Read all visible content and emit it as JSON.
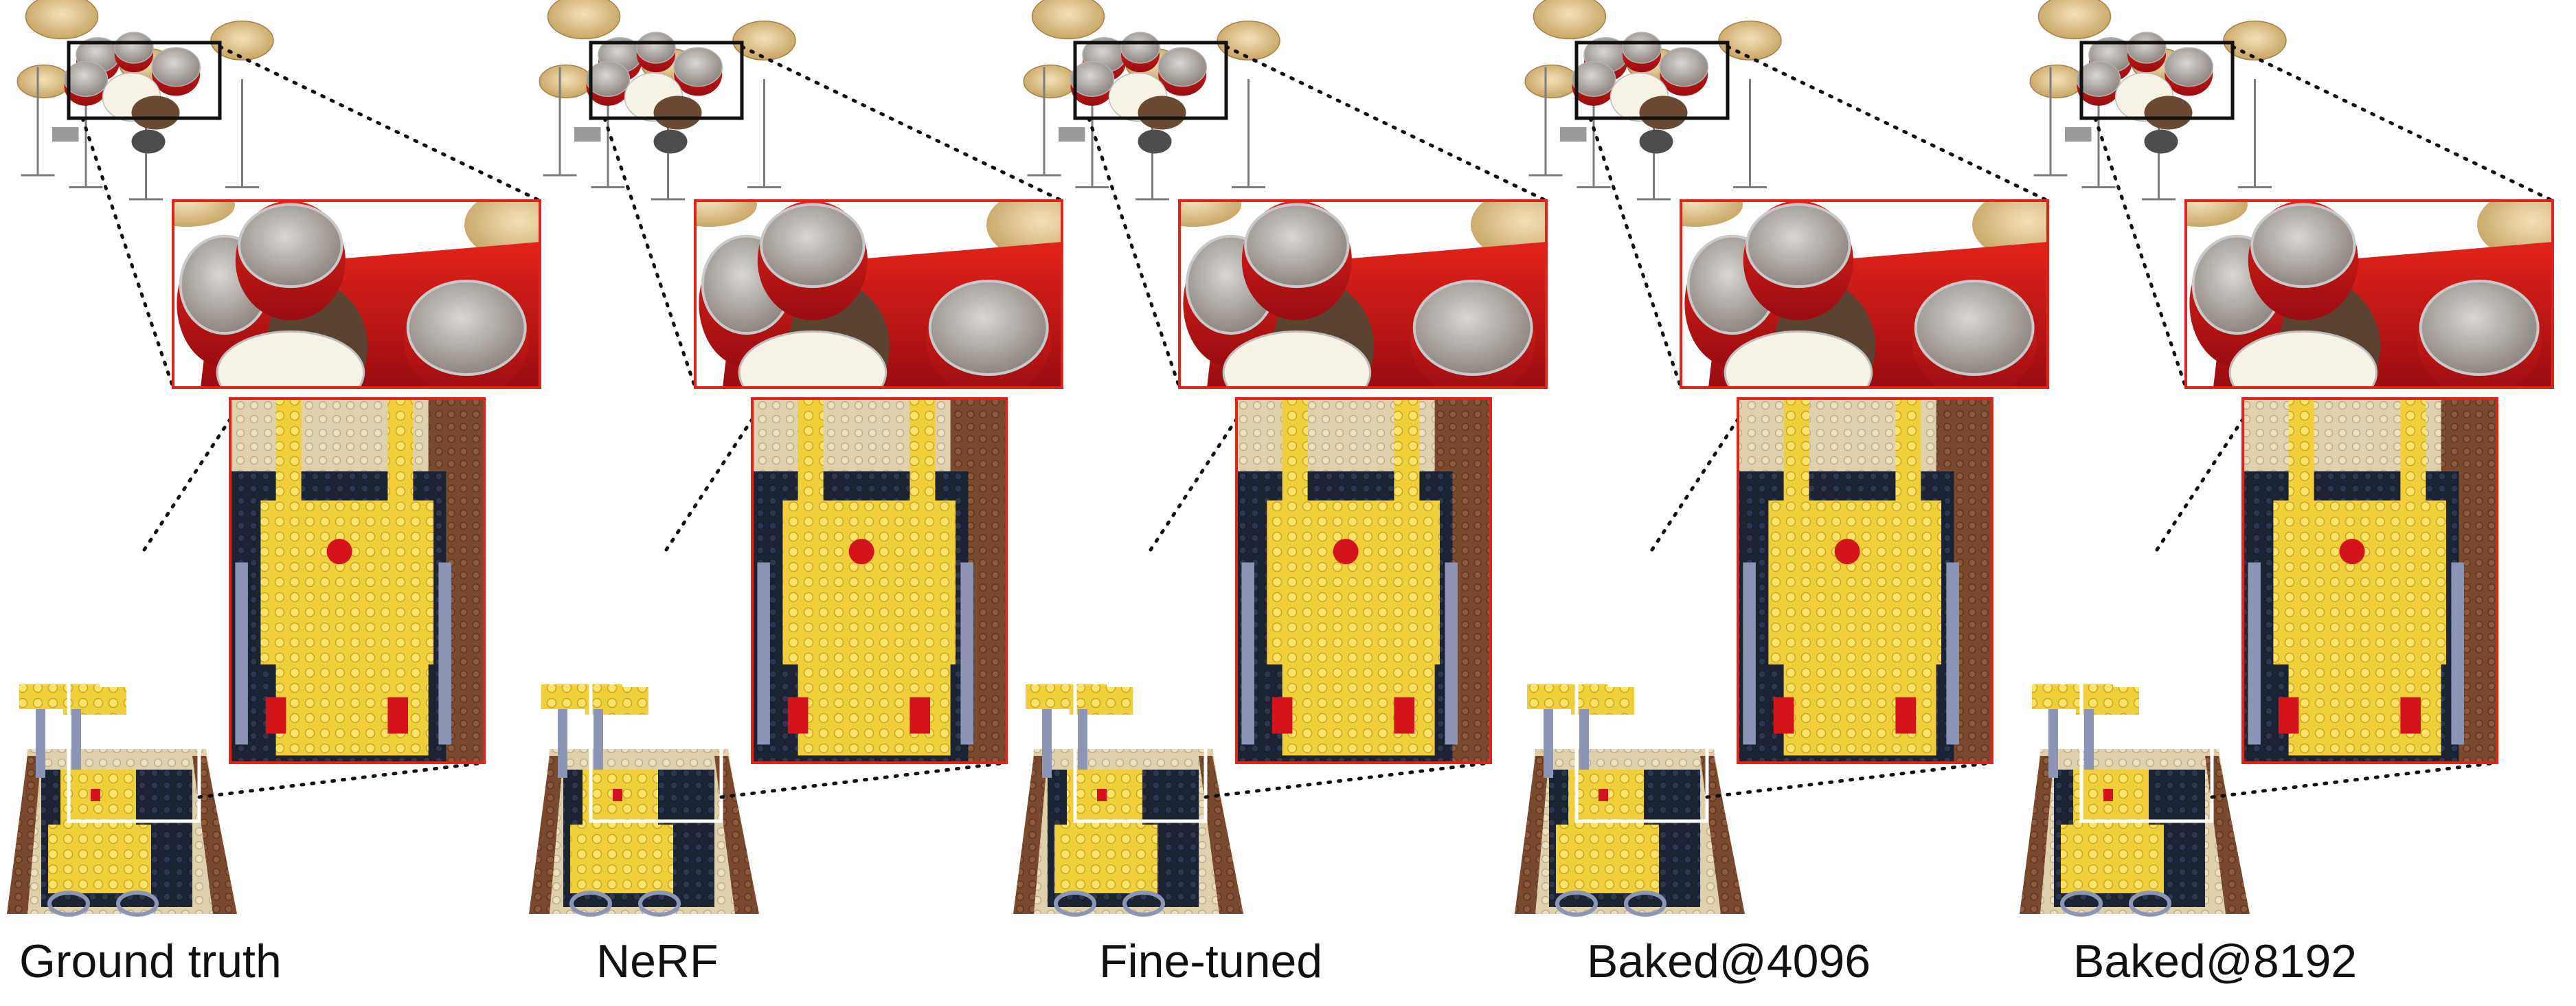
{
  "captions": [
    {
      "text": "Ground truth"
    },
    {
      "text": "NeRF"
    },
    {
      "text": "Fine-tuned"
    },
    {
      "text": "Baked@4096"
    },
    {
      "text": "Baked@8192"
    }
  ],
  "colors": {
    "zoom_frame": "#e2231a",
    "crop_box_drums": "#111111",
    "crop_box_lego": "#ffffff",
    "drum_red": "#c8141c",
    "cymbal_gold": "#d6b77a",
    "lego_yellow": "#f0cf3a",
    "lego_brown": "#7a4a2e",
    "lego_tan": "#d9c9a0",
    "lego_dark": "#1c2433",
    "lego_red": "#d4141a"
  },
  "icons": [
    "drum-kit-render",
    "lego-bulldozer-render"
  ]
}
